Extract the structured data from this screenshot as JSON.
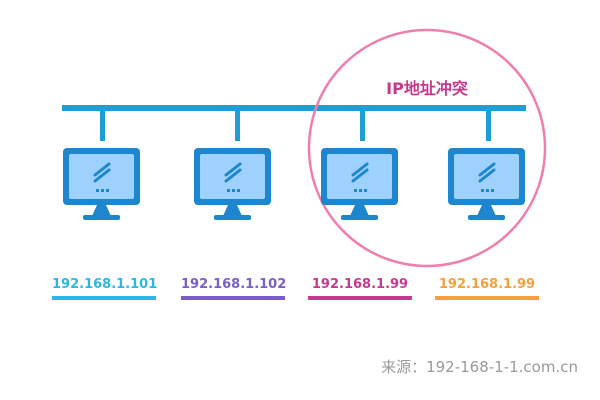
{
  "conflict_label": "IP地址冲突",
  "source_label": "来源：192-168-1-1.com.cn",
  "computers": [
    {
      "ip": "192.168.1.101",
      "color": "#2ab8e6"
    },
    {
      "ip": "192.168.1.102",
      "color": "#7b5ec6"
    },
    {
      "ip": "192.168.1.99",
      "color": "#c8398e"
    },
    {
      "ip": "192.168.1.99",
      "color": "#f7a13a"
    }
  ],
  "colors": {
    "bus": "#1f9ed6",
    "monitor_frame": "#1d86cf",
    "monitor_screen": "#9ed1ff",
    "conflict_ring": "#ef7faf",
    "conflict_text": "#c8398e"
  }
}
